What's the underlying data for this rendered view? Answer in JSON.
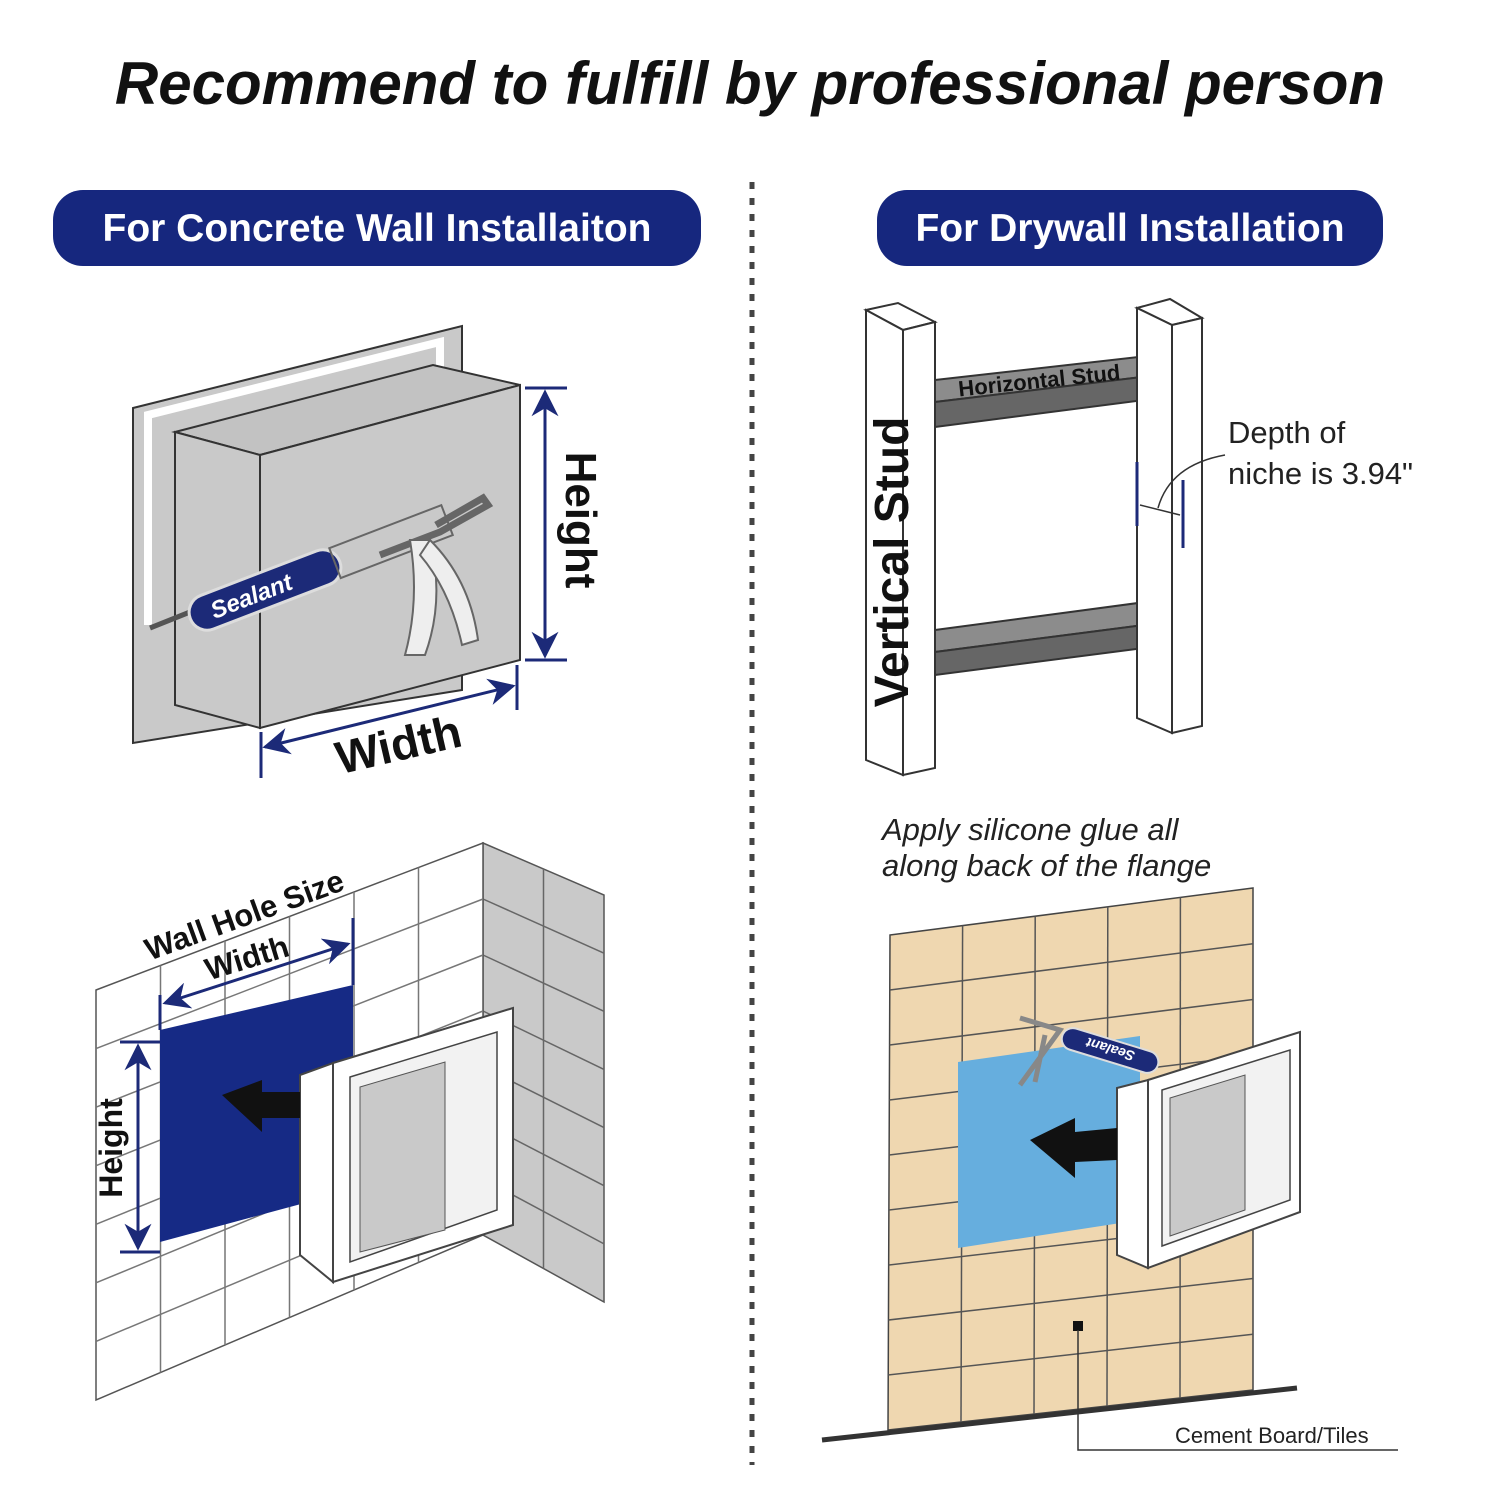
{
  "title": "Recommend to fulfill by professional person",
  "left_panel": {
    "header": "For Concrete Wall Installaiton",
    "top_diagram": {
      "sealant_label": "Sealant",
      "height_label": "Height",
      "width_label": "Width"
    },
    "bottom_diagram": {
      "wall_hole_label": "Wall Hole Size",
      "width_label": "Width",
      "height_label": "Height"
    }
  },
  "right_panel": {
    "header": "For Drywall Installation",
    "top_diagram": {
      "vertical_stud_label": "Vertical Stud",
      "horizontal_stud_label": "Horizontal Stud",
      "depth_line1": "Depth of",
      "depth_line2": "niche is 3.94\""
    },
    "bottom_diagram": {
      "instruction_line1": "Apply silicone glue all",
      "instruction_line2": "along back of the flange",
      "sealant_label": "Sealant",
      "material_label": "Cement Board/Tiles"
    }
  },
  "colors": {
    "header_navy": "#16277e",
    "dimension_navy": "#1c2a78",
    "niche_gray": "#c9c9c9",
    "hole_navy": "#162a85",
    "hole_blue": "#66aede",
    "tile_beige": "#efd7b0"
  }
}
